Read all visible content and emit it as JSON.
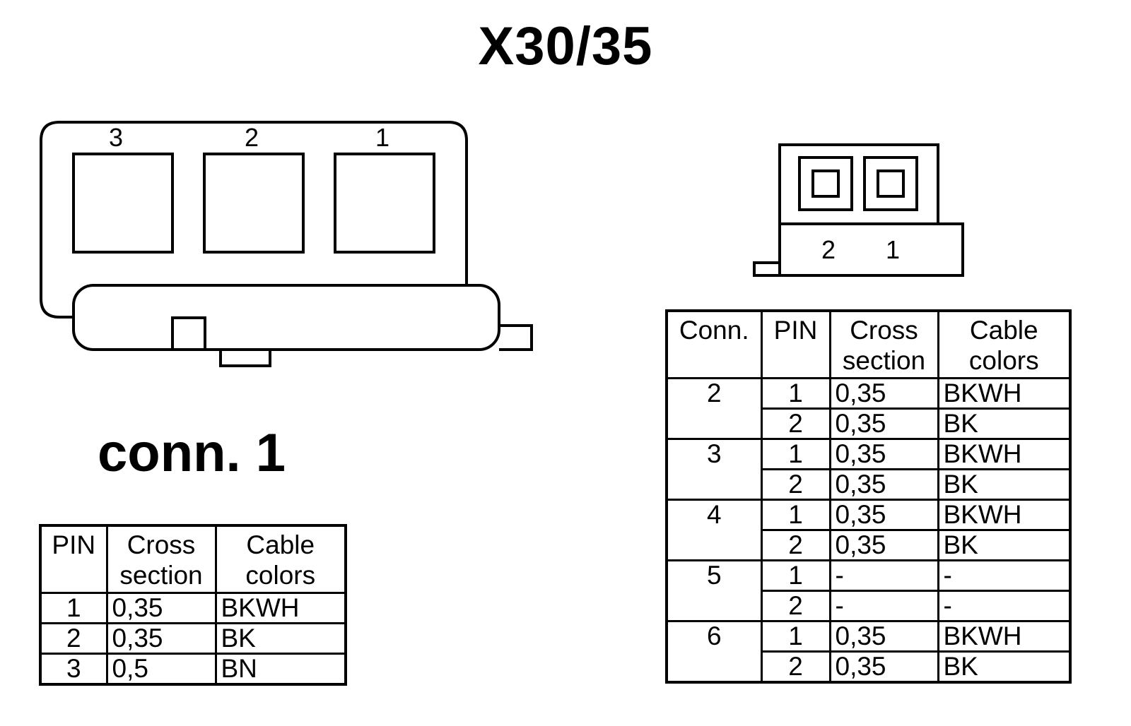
{
  "title": "X30/35",
  "connector1": {
    "label": "conn. 1",
    "pin_labels": [
      "3",
      "2",
      "1"
    ],
    "table": {
      "headers": {
        "pin": "PIN",
        "cross": "Cross\nsection",
        "cable": "Cable\ncolors"
      },
      "rows": [
        {
          "pin": "1",
          "cross": "0,35",
          "color": "BKWH"
        },
        {
          "pin": "2",
          "cross": "0,35",
          "color": "BK"
        },
        {
          "pin": "3",
          "cross": "0,5",
          "color": "BN"
        }
      ]
    }
  },
  "connector2": {
    "pin_labels": [
      "2",
      "1"
    ],
    "table": {
      "headers": {
        "conn": "Conn.",
        "pin": "PIN",
        "cross": "Cross\nsection",
        "cable": "Cable\ncolors"
      },
      "groups": [
        {
          "conn": "2",
          "rows": [
            {
              "pin": "1",
              "cross": "0,35",
              "color": "BKWH"
            },
            {
              "pin": "2",
              "cross": "0,35",
              "color": "BK"
            }
          ]
        },
        {
          "conn": "3",
          "rows": [
            {
              "pin": "1",
              "cross": "0,35",
              "color": "BKWH"
            },
            {
              "pin": "2",
              "cross": "0,35",
              "color": "BK"
            }
          ]
        },
        {
          "conn": "4",
          "rows": [
            {
              "pin": "1",
              "cross": "0,35",
              "color": "BKWH"
            },
            {
              "pin": "2",
              "cross": "0,35",
              "color": "BK"
            }
          ]
        },
        {
          "conn": "5",
          "rows": [
            {
              "pin": "1",
              "cross": "-",
              "color": "-"
            },
            {
              "pin": "2",
              "cross": "-",
              "color": "-"
            }
          ]
        },
        {
          "conn": "6",
          "rows": [
            {
              "pin": "1",
              "cross": "0,35",
              "color": "BKWH"
            },
            {
              "pin": "2",
              "cross": "0,35",
              "color": "BK"
            }
          ]
        }
      ]
    }
  }
}
